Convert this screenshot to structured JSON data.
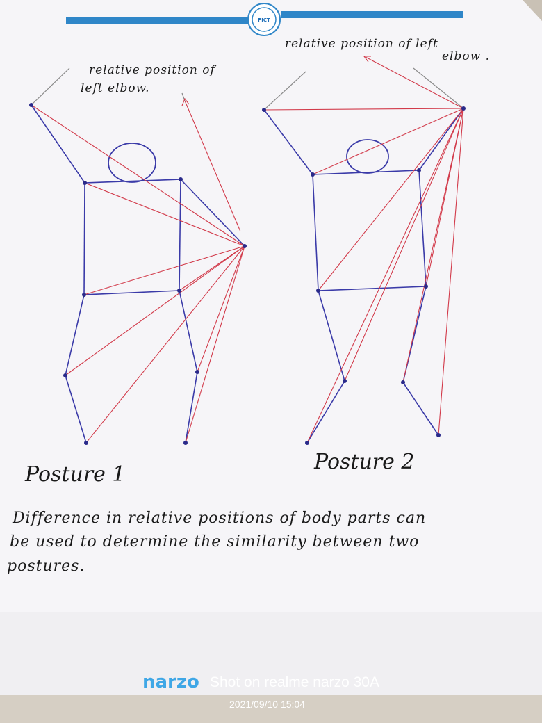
{
  "header": {
    "logo_text": "PICT",
    "stripe_color": "#2f86c8"
  },
  "annotations": {
    "left": [
      "relative position of",
      "left elbow."
    ],
    "right": [
      "relative  position of left",
      "elbow ."
    ]
  },
  "captions": {
    "posture_1": "Posture 1",
    "posture_2": "Posture 2"
  },
  "body_text": {
    "line_1": "Difference   in relative positions of body parts can",
    "line_2": "be used   to  determine  the  similarity  between two",
    "line_3": "postures."
  },
  "watermark": {
    "brand": "narzo",
    "text": "Shot on realme narzo 30A",
    "date": "2021/09/10 15:04"
  },
  "colors": {
    "skeleton": "#3a3aa8",
    "relation_lines": "#d23a4a",
    "paper": "#f7f6f8"
  }
}
